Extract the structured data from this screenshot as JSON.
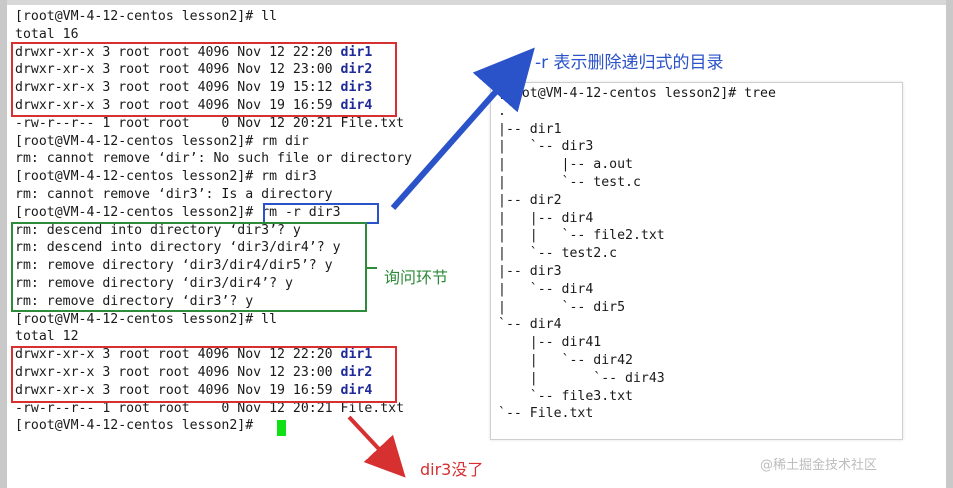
{
  "terminal": {
    "lines": [
      [
        {
          "t": "[root@VM-4-12-centos lesson2]# ll"
        }
      ],
      [
        {
          "t": "total 16"
        }
      ],
      [
        {
          "t": "drwxr-xr-x 3 root root 4096 Nov 12 22:20 "
        },
        {
          "t": "dir1",
          "dir": true
        }
      ],
      [
        {
          "t": "drwxr-xr-x 3 root root 4096 Nov 12 23:00 "
        },
        {
          "t": "dir2",
          "dir": true
        }
      ],
      [
        {
          "t": "drwxr-xr-x 3 root root 4096 Nov 19 15:12 "
        },
        {
          "t": "dir3",
          "dir": true
        }
      ],
      [
        {
          "t": "drwxr-xr-x 3 root root 4096 Nov 19 16:59 "
        },
        {
          "t": "dir4",
          "dir": true
        }
      ],
      [
        {
          "t": "-rw-r--r-- 1 root root    0 Nov 12 20:21 File.txt"
        }
      ],
      [
        {
          "t": "[root@VM-4-12-centos lesson2]# rm dir"
        }
      ],
      [
        {
          "t": "rm: cannot remove ‘dir’: No such file or directory"
        }
      ],
      [
        {
          "t": "[root@VM-4-12-centos lesson2]# rm dir3"
        }
      ],
      [
        {
          "t": "rm: cannot remove ‘dir3’: Is a directory"
        }
      ],
      [
        {
          "t": "[root@VM-4-12-centos lesson2]# rm -r dir3"
        }
      ],
      [
        {
          "t": "rm: descend into directory ‘dir3’? y"
        }
      ],
      [
        {
          "t": "rm: descend into directory ‘dir3/dir4’? y"
        }
      ],
      [
        {
          "t": "rm: remove directory ‘dir3/dir4/dir5’? y"
        }
      ],
      [
        {
          "t": "rm: remove directory ‘dir3/dir4’? y"
        }
      ],
      [
        {
          "t": "rm: remove directory ‘dir3’? y"
        }
      ],
      [
        {
          "t": "[root@VM-4-12-centos lesson2]# ll"
        }
      ],
      [
        {
          "t": "total 12"
        }
      ],
      [
        {
          "t": "drwxr-xr-x 3 root root 4096 Nov 12 22:20 "
        },
        {
          "t": "dir1",
          "dir": true
        }
      ],
      [
        {
          "t": "drwxr-xr-x 3 root root 4096 Nov 12 23:00 "
        },
        {
          "t": "dir2",
          "dir": true
        }
      ],
      [
        {
          "t": "drwxr-xr-x 3 root root 4096 Nov 19 16:59 "
        },
        {
          "t": "dir4",
          "dir": true
        }
      ],
      [
        {
          "t": "-rw-r--r-- 1 root root    0 Nov 12 20:21 File.txt"
        }
      ],
      [
        {
          "t": "[root@VM-4-12-centos lesson2]# "
        }
      ]
    ]
  },
  "tree": {
    "lines": [
      "[root@VM-4-12-centos lesson2]# tree",
      ".",
      "|-- dir1",
      "|   `-- dir3",
      "|       |-- a.out",
      "|       `-- test.c",
      "|-- dir2",
      "|   |-- dir4",
      "|   |   `-- file2.txt",
      "|   `-- test2.c",
      "|-- dir3",
      "|   `-- dir4",
      "|       `-- dir5",
      "`-- dir4",
      "    |-- dir41",
      "    |   `-- dir42",
      "    |       `-- dir43",
      "    `-- file3.txt",
      "`-- File.txt"
    ]
  },
  "annotations": {
    "r_flag": "-r 表示删除递归式的目录",
    "prompt_section": "询问环节",
    "dir3_gone": "dir3没了"
  },
  "watermark": "@稀土掘金技术社区",
  "colors": {
    "red": "#d63031",
    "blue": "#2b53c9",
    "green": "#2e8b3a",
    "dir_blue": "#1f2a9a",
    "cursor": "#12e017"
  }
}
